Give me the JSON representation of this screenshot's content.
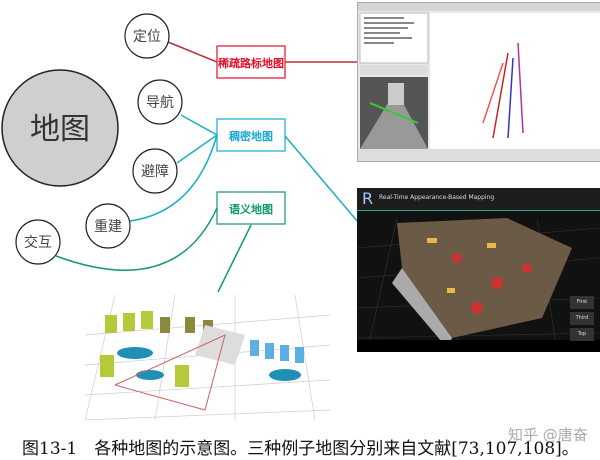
{
  "center": {
    "label": "地图"
  },
  "functions": [
    {
      "label": "定位"
    },
    {
      "label": "导航"
    },
    {
      "label": "避障"
    },
    {
      "label": "重建"
    },
    {
      "label": "交互"
    }
  ],
  "map_types": [
    {
      "label": "稀疏路标地图",
      "color": "#e0102a"
    },
    {
      "label": "稠密地图",
      "color": "#19a9d6"
    },
    {
      "label": "语义地图",
      "color": "#0d9a63"
    }
  ],
  "dense_example": {
    "title": "Real-Time Appearance-Based Mapping",
    "logo": "R",
    "buttons": [
      "First",
      "Third",
      "Top"
    ]
  },
  "caption": "图13-1　各种地图的示意图。三种例子地图分别来自文献[73,107,108]。",
  "watermark": "知乎 @唐奋"
}
